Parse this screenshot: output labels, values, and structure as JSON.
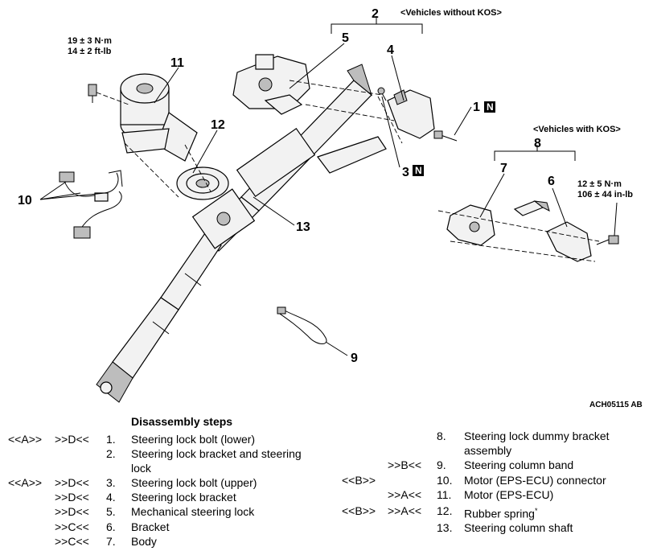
{
  "figure_id": "ACH05115 AB",
  "variant_labels": {
    "without_kos": "<Vehicles without KOS>",
    "with_kos": "<Vehicles with KOS>"
  },
  "torque_specs": {
    "upper_left": {
      "line1": "19 ± 3 N·m",
      "line2": "14 ± 2 ft-lb"
    },
    "right": {
      "line1": "12 ± 5 N·m",
      "line2": "106 ± 44 in-lb"
    }
  },
  "callouts": [
    "1",
    "2",
    "3",
    "4",
    "5",
    "6",
    "7",
    "8",
    "9",
    "10",
    "11",
    "12",
    "13"
  ],
  "badge_text": "N",
  "steps_title": "Disassembly steps",
  "steps_left": [
    {
      "code_a": "<<A>>",
      "code_b": ">>D<<",
      "num": "1.",
      "text": "Steering lock bolt (lower)"
    },
    {
      "code_a": "",
      "code_b": "",
      "num": "2.",
      "text": "Steering lock bracket and steering lock"
    },
    {
      "code_a": "<<A>>",
      "code_b": ">>D<<",
      "num": "3.",
      "text": "Steering lock bolt (upper)"
    },
    {
      "code_a": "",
      "code_b": ">>D<<",
      "num": "4.",
      "text": "Steering lock bracket"
    },
    {
      "code_a": "",
      "code_b": ">>D<<",
      "num": "5.",
      "text": "Mechanical steering lock"
    },
    {
      "code_a": "",
      "code_b": ">>C<<",
      "num": "6.",
      "text": "Bracket"
    },
    {
      "code_a": "",
      "code_b": ">>C<<",
      "num": "7.",
      "text": "Body"
    }
  ],
  "steps_right": [
    {
      "code_a": "",
      "code_b": "",
      "num": "8.",
      "text": "Steering lock dummy bracket assembly"
    },
    {
      "code_a": "",
      "code_b": ">>B<<",
      "num": "9.",
      "text": "Steering column band"
    },
    {
      "code_a": "<<B>>",
      "code_b": "",
      "num": "10.",
      "text": "Motor (EPS-ECU) connector"
    },
    {
      "code_a": "",
      "code_b": ">>A<<",
      "num": "11.",
      "text": "Motor (EPS-ECU)"
    },
    {
      "code_a": "<<B>>",
      "code_b": ">>A<<",
      "num": "12.",
      "text": "Rubber spring",
      "sup": "*"
    },
    {
      "code_a": "",
      "code_b": "",
      "num": "13.",
      "text": "Steering column shaft"
    }
  ]
}
